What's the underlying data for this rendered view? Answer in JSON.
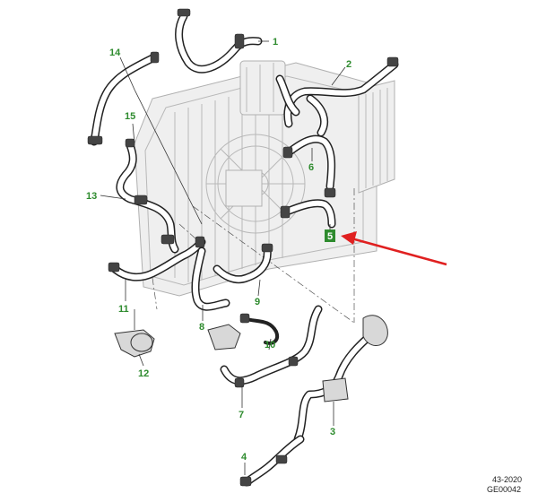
{
  "callouts": [
    {
      "id": "1",
      "label": "1"
    },
    {
      "id": "2",
      "label": "2"
    },
    {
      "id": "3",
      "label": "3"
    },
    {
      "id": "4",
      "label": "4"
    },
    {
      "id": "5",
      "label": "5"
    },
    {
      "id": "6",
      "label": "6"
    },
    {
      "id": "7",
      "label": "7"
    },
    {
      "id": "8",
      "label": "8"
    },
    {
      "id": "9",
      "label": "9"
    },
    {
      "id": "10",
      "label": "10"
    },
    {
      "id": "11",
      "label": "11"
    },
    {
      "id": "12",
      "label": "12"
    },
    {
      "id": "13",
      "label": "13"
    },
    {
      "id": "14",
      "label": "14"
    },
    {
      "id": "15",
      "label": "15"
    }
  ],
  "footer": {
    "section": "43-2020",
    "code": "GE00042"
  },
  "colors": {
    "callout": "#2e8b2e",
    "arrow": "#e02020",
    "hose": "#222222"
  }
}
